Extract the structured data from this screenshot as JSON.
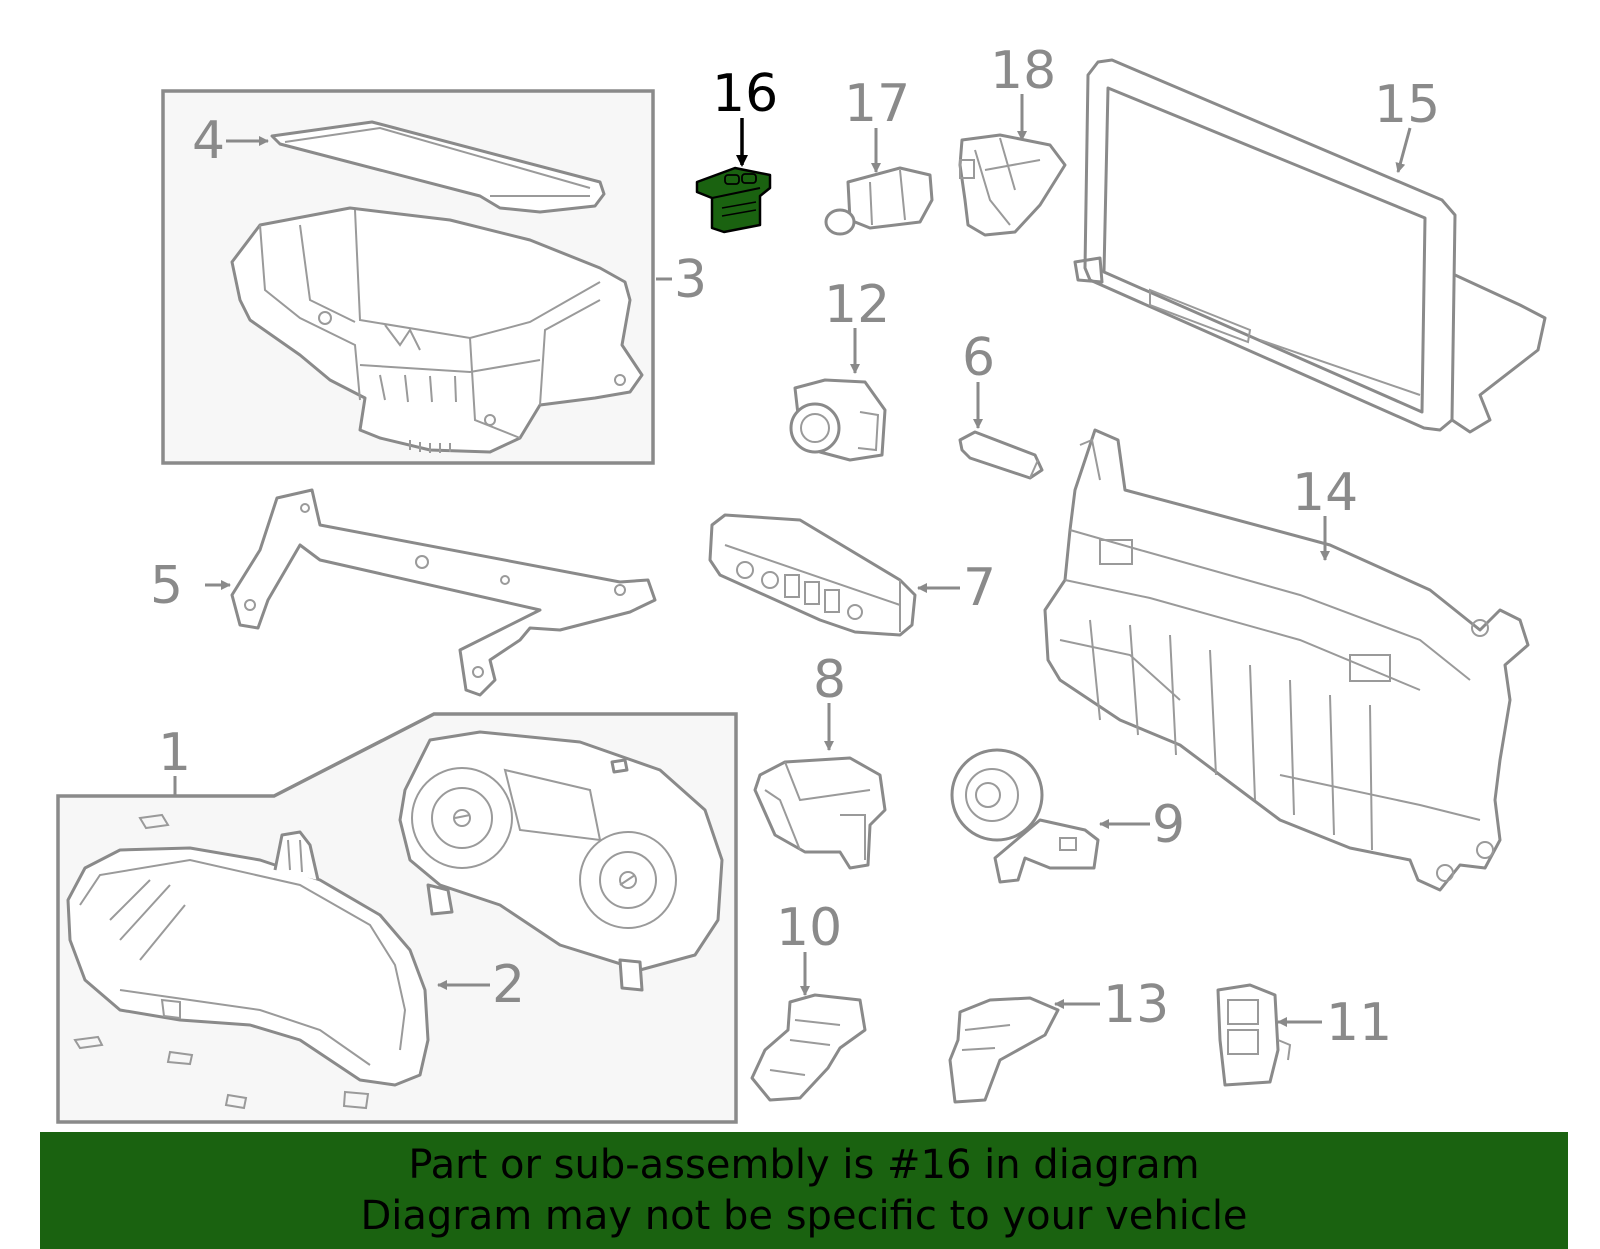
{
  "highlight_color": "#1a6210",
  "part_color": "#8a8a8a",
  "callouts": {
    "c1": "1",
    "c2": "2",
    "c3": "3",
    "c4": "4",
    "c5": "5",
    "c6": "6",
    "c7": "7",
    "c8": "8",
    "c9": "9",
    "c10": "10",
    "c11": "11",
    "c12": "12",
    "c13": "13",
    "c14": "14",
    "c15": "15",
    "c16": "16",
    "c17": "17",
    "c18": "18"
  },
  "highlighted_part": "16",
  "banner": {
    "line1": "Part or sub-assembly is #16 in diagram",
    "line2": "Diagram may not be specific to your vehicle"
  }
}
